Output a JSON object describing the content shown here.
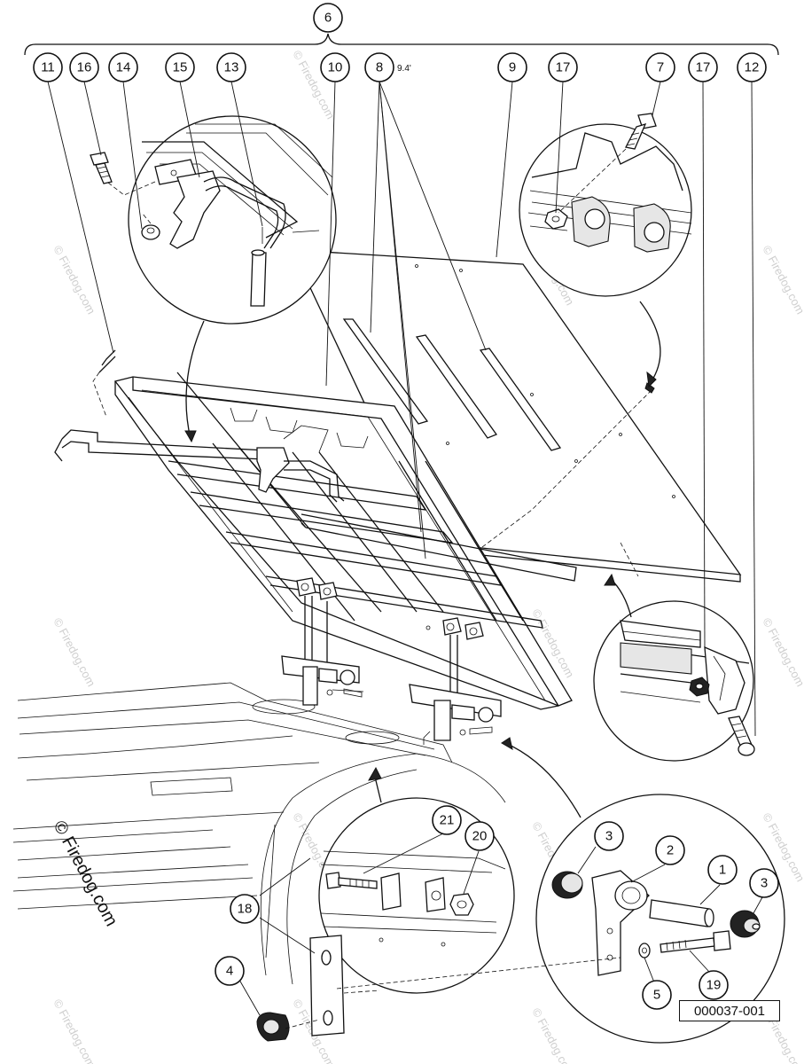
{
  "figure": {
    "reference_number": "000037-001",
    "note_8": "9.4'",
    "watermark": "© Firedog.com"
  },
  "callouts": [
    {
      "id": "c6",
      "label": "6"
    },
    {
      "id": "c11",
      "label": "11"
    },
    {
      "id": "c16",
      "label": "16"
    },
    {
      "id": "c14",
      "label": "14"
    },
    {
      "id": "c15",
      "label": "15"
    },
    {
      "id": "c13",
      "label": "13"
    },
    {
      "id": "c10",
      "label": "10"
    },
    {
      "id": "c8",
      "label": "8"
    },
    {
      "id": "c9",
      "label": "9"
    },
    {
      "id": "c17a",
      "label": "17"
    },
    {
      "id": "c7",
      "label": "7"
    },
    {
      "id": "c17b",
      "label": "17"
    },
    {
      "id": "c12",
      "label": "12"
    },
    {
      "id": "c21",
      "label": "21"
    },
    {
      "id": "c20",
      "label": "20"
    },
    {
      "id": "c3a",
      "label": "3"
    },
    {
      "id": "c2",
      "label": "2"
    },
    {
      "id": "c1",
      "label": "1"
    },
    {
      "id": "c3b",
      "label": "3"
    },
    {
      "id": "c18",
      "label": "18"
    },
    {
      "id": "c4",
      "label": "4"
    },
    {
      "id": "c5",
      "label": "5"
    },
    {
      "id": "c19",
      "label": "19"
    }
  ]
}
